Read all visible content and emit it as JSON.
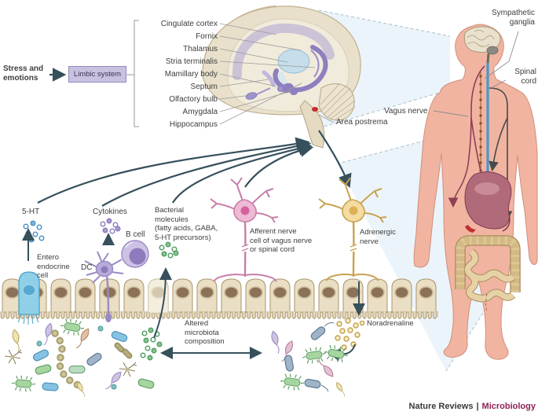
{
  "diagram": {
    "stress_label": "Stress and\nemotions",
    "limbic_box_label": "Limbic system",
    "brain_structures": [
      "Cingulate cortex",
      "Fornix",
      "Thalamus",
      "Stria terminalis",
      "Mamillary body",
      "Septum",
      "Olfactory bulb",
      "Amygdala",
      "Hippocampus"
    ],
    "area_postrema_label": "Area postrema"
  },
  "body_panel": {
    "sympathetic_ganglia_label": "Sympathetic\nganglia",
    "spinal_cord_label": "Spinal\ncord",
    "vagus_nerve_label": "Vagus nerve"
  },
  "gut_panel": {
    "serotonin_label": "5-HT",
    "cytokines_label": "Cytokines",
    "bacterial_molecules_label": "Bacterial\nmolecules\n(fatty acids, GABA,\n5-HT precursors)",
    "b_cell_label": "B cell",
    "dendritic_cell_label": "DC",
    "enteroendocrine_cell_label": "Entero\nendocrine\ncell",
    "afferent_nerve_label": "Afferent nerve\ncell of vagus nerve\nor spinal cord",
    "adrenergic_nerve_label": "Adrenergic\nnerve",
    "noradrenaline_label": "Noradrenaline",
    "altered_microbiota_label": "Altered\nmicrobiota\ncomposition"
  },
  "footer": {
    "journal": "Nature Reviews",
    "separator": "|",
    "section": "Microbiology"
  },
  "colors": {
    "limbic_box_bg": "#c9c1e0",
    "arrow": "#36505c",
    "serotonin_dots": "#4a90c4",
    "cytokine_dots": "#8d7bbd",
    "bacterial_dots": "#4e9e5f",
    "noradrenaline_dots": "#c3a24e",
    "area_postrema": "#cc2b2b",
    "section_text": "#8c2257"
  }
}
